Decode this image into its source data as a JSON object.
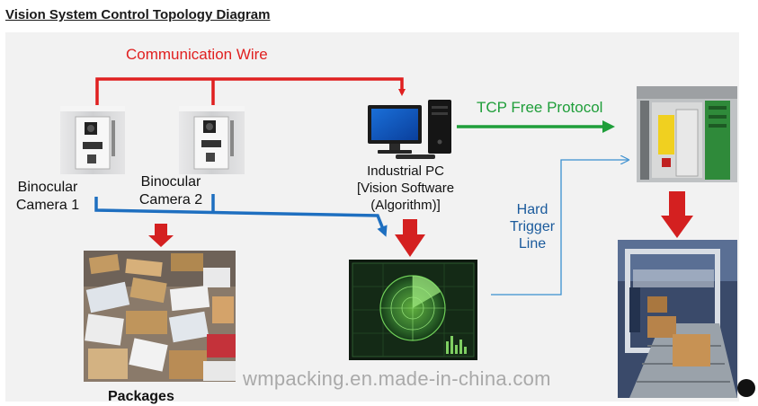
{
  "title": "Vision System Control Topology Diagram",
  "labels": {
    "communication_wire": "Communication Wire",
    "tcp_protocol": "TCP Free Protocol",
    "hard_trigger": "Hard Trigger Line",
    "camera1": "Binocular Camera 1",
    "camera2": "Binocular Camera 2",
    "pc_line1": "Industrial PC",
    "pc_line2": "[Vision Software",
    "pc_line3": "(Algorithm)]",
    "packages": "Packages"
  },
  "watermark": "wmpacking.en.made-in-china.com",
  "colors": {
    "communication_wire": "#e02020",
    "tcp_protocol": "#1f9e3a",
    "camera_link": "#1e6fc0",
    "hard_trigger": "#3a8fd0",
    "down_arrows": "#d42020"
  }
}
